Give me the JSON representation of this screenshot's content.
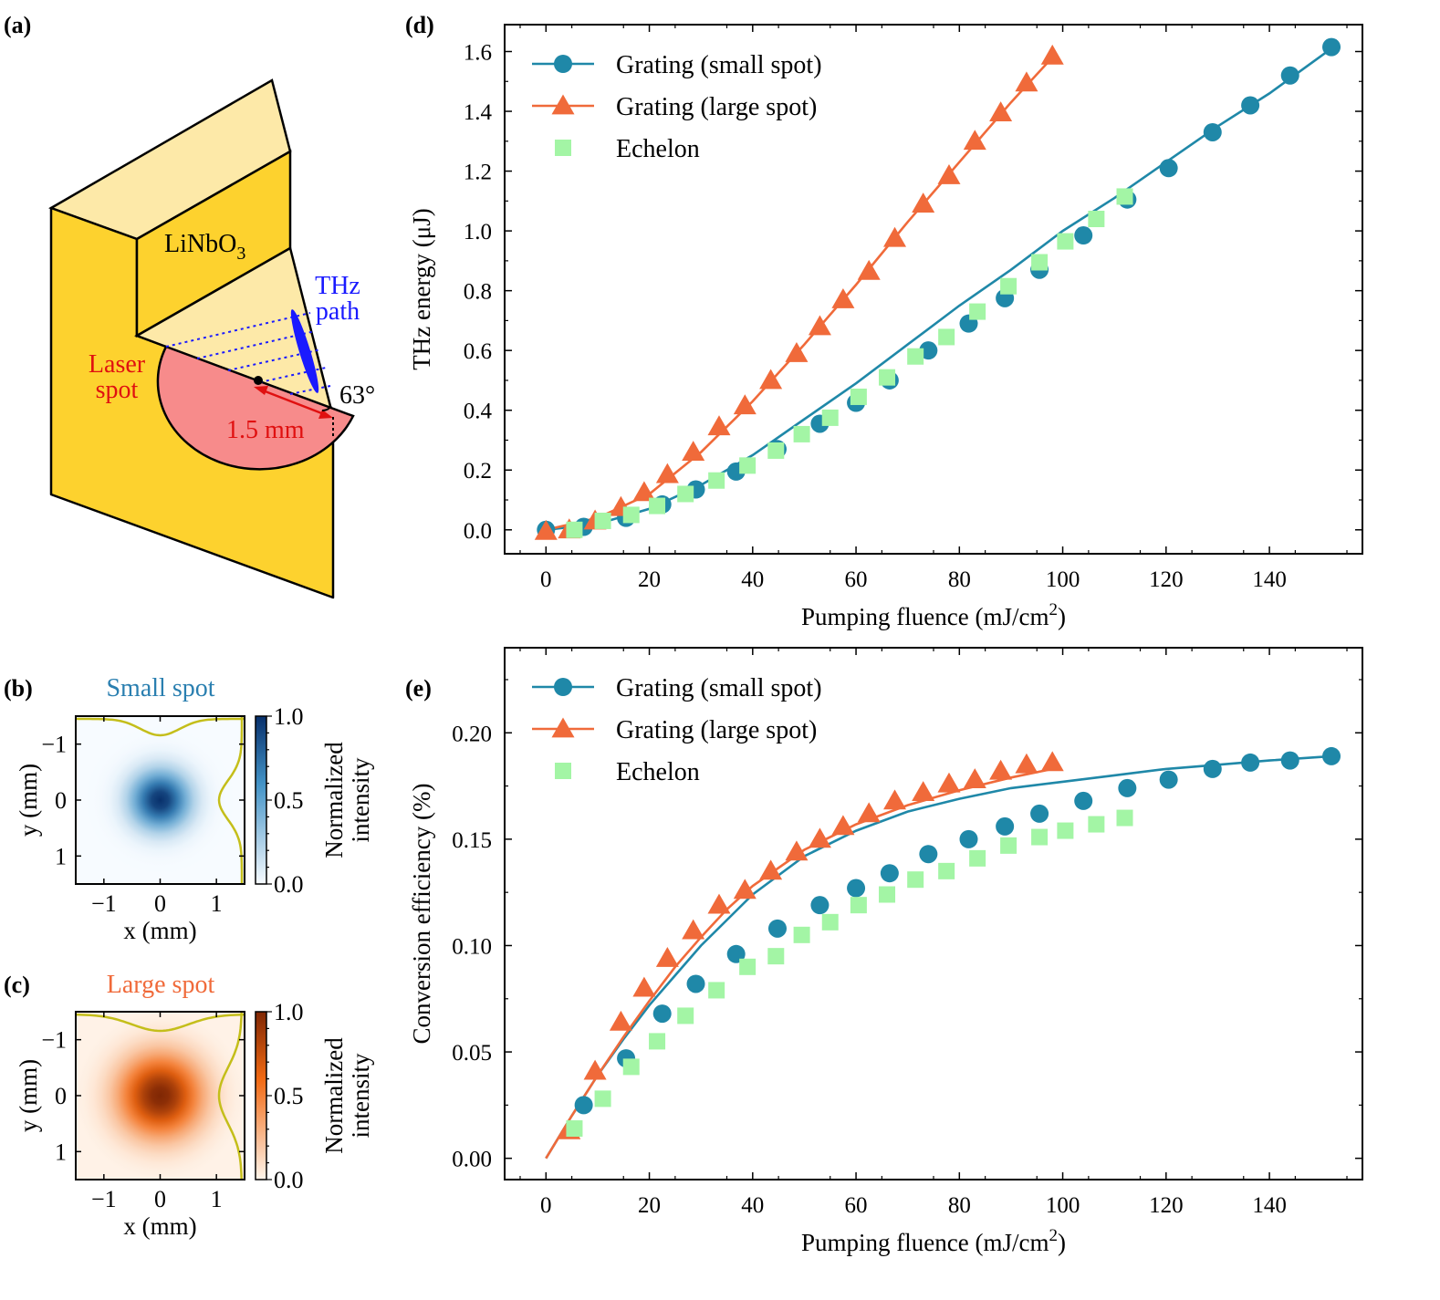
{
  "panel_labels": {
    "a": "(a)",
    "b": "(b)",
    "c": "(c)",
    "d": "(d)",
    "e": "(e)"
  },
  "diagram": {
    "crystal": "LiNbO",
    "crystal_sub": "3",
    "thz_line1": "THz",
    "thz_line2": "path",
    "laser_line1": "Laser",
    "laser_line2": "spot",
    "spot_size": "1.5 mm",
    "angle": "63°"
  },
  "colors": {
    "small": "#1f88a8",
    "large": "#f06a3a",
    "echelon": "#a3f5a5",
    "crystal_front": "#fdd22e",
    "crystal_top": "#fde9a8",
    "laser": "#f78b8b",
    "thz": "#1a1aff",
    "profile": "#c4be1a"
  },
  "maps": [
    {
      "title": "Small spot",
      "title_color": "#2a7fb0",
      "cmap": "blues",
      "sigma_mm": 0.35,
      "xlabel": "x (mm)",
      "ylabel": "y (mm)",
      "xticks": [
        "−1",
        "0",
        "1"
      ],
      "yticks": [
        "1",
        "0",
        "−1"
      ],
      "cbar_label_1": "Normalized",
      "cbar_label_2": "intensity",
      "cbar_ticks": [
        "1.0",
        "0.5",
        "0.0"
      ]
    },
    {
      "title": "Large spot",
      "title_color": "#f06a3a",
      "cmap": "oranges",
      "sigma_mm": 0.5,
      "xlabel": "x (mm)",
      "ylabel": "y (mm)",
      "xticks": [
        "−1",
        "0",
        "1"
      ],
      "yticks": [
        "1",
        "0",
        "−1"
      ],
      "cbar_label_1": "Normalized",
      "cbar_label_2": "intensity",
      "cbar_ticks": [
        "1.0",
        "0.5",
        "0.0"
      ]
    }
  ],
  "chart_data": [
    {
      "type": "scatter",
      "panel": "d",
      "xlabel": "Pumping fluence (mJ/cm",
      "xlabel_sup": "2",
      "xlabel_end": ")",
      "ylabel": "THz energy (μJ)",
      "xlim": [
        -8,
        158
      ],
      "ylim": [
        -0.08,
        1.69
      ],
      "xticks": [
        0,
        20,
        40,
        60,
        80,
        100,
        120,
        140
      ],
      "yticks": [
        0.0,
        0.2,
        0.4,
        0.6,
        0.8,
        1.0,
        1.2,
        1.4,
        1.6
      ],
      "legend_position": "upper-left",
      "series": [
        {
          "name": "Grating (small spot)",
          "marker": "circle",
          "line": true,
          "x": [
            0,
            7.3,
            15.5,
            22.5,
            29,
            36.8,
            44.8,
            53,
            60,
            66.5,
            74,
            81.8,
            88.8,
            95.5,
            104,
            112.5,
            120.5,
            129,
            136.3,
            144,
            152
          ],
          "y": [
            0.0,
            0.01,
            0.04,
            0.085,
            0.135,
            0.195,
            0.27,
            0.355,
            0.425,
            0.5,
            0.6,
            0.69,
            0.775,
            0.87,
            0.985,
            1.105,
            1.21,
            1.33,
            1.42,
            1.52,
            1.615
          ],
          "fit": {
            "x": [
              0,
              10,
              20,
              30,
              40,
              50,
              60,
              70,
              80,
              90,
              100,
              110,
              120,
              130,
              140,
              152
            ],
            "y": [
              0.0,
              0.02,
              0.07,
              0.15,
              0.25,
              0.37,
              0.49,
              0.62,
              0.75,
              0.87,
              1.0,
              1.11,
              1.23,
              1.35,
              1.46,
              1.61
            ]
          }
        },
        {
          "name": "Grating (large spot)",
          "marker": "triangle",
          "line": true,
          "x": [
            0,
            4.5,
            9.5,
            14.5,
            19,
            23.5,
            28.5,
            33.5,
            38.5,
            43.5,
            48.5,
            53,
            57.5,
            62.5,
            67.5,
            73,
            78,
            83,
            88,
            93,
            98
          ],
          "y": [
            -0.005,
            0.0,
            0.03,
            0.075,
            0.125,
            0.185,
            0.26,
            0.345,
            0.415,
            0.5,
            0.59,
            0.68,
            0.77,
            0.865,
            0.975,
            1.09,
            1.185,
            1.3,
            1.395,
            1.495,
            1.585
          ],
          "fit": {
            "x": [
              0,
              10,
              20,
              30,
              40,
              50,
              60,
              70,
              80,
              90,
              98
            ],
            "y": [
              0.0,
              0.04,
              0.12,
              0.26,
              0.43,
              0.62,
              0.82,
              1.03,
              1.23,
              1.43,
              1.58
            ]
          }
        },
        {
          "name": "Echelon",
          "marker": "square",
          "line": false,
          "x": [
            5.5,
            11,
            16.5,
            21.5,
            27,
            33,
            39,
            44.5,
            49.5,
            55,
            60.5,
            66,
            71.5,
            77.5,
            83.5,
            89.5,
            95.5,
            100.5,
            106.5,
            112
          ],
          "y": [
            0.0,
            0.03,
            0.05,
            0.08,
            0.12,
            0.165,
            0.215,
            0.265,
            0.32,
            0.375,
            0.445,
            0.51,
            0.58,
            0.645,
            0.73,
            0.815,
            0.895,
            0.965,
            1.04,
            1.115
          ]
        }
      ]
    },
    {
      "type": "scatter",
      "panel": "e",
      "xlabel": "Pumping fluence (mJ/cm",
      "xlabel_sup": "2",
      "xlabel_end": ")",
      "ylabel": "Conversion efficiency (%)",
      "xlim": [
        -8,
        158
      ],
      "ylim": [
        -0.01,
        0.24
      ],
      "xticks": [
        0,
        20,
        40,
        60,
        80,
        100,
        120,
        140
      ],
      "yticks": [
        "0.00",
        "0.05",
        "0.10",
        "0.15",
        "0.20"
      ],
      "legend_position": "upper-left",
      "series": [
        {
          "name": "Grating (small spot)",
          "marker": "circle",
          "line": true,
          "x": [
            7.3,
            15.5,
            22.5,
            29,
            36.8,
            44.8,
            53,
            60,
            66.5,
            74,
            81.8,
            88.8,
            95.5,
            104,
            112.5,
            120.5,
            129,
            136.3,
            144,
            152
          ],
          "y": [
            0.025,
            0.047,
            0.068,
            0.082,
            0.096,
            0.108,
            0.119,
            0.127,
            0.134,
            0.143,
            0.15,
            0.156,
            0.162,
            0.168,
            0.174,
            0.178,
            0.183,
            0.186,
            0.187,
            0.189
          ],
          "fit": {
            "x": [
              0,
              5,
              10,
              15,
              20,
              25,
              30,
              35,
              40,
              50,
              60,
              70,
              80,
              90,
              100,
              110,
              120,
              130,
              140,
              152
            ],
            "y": [
              0.0,
              0.02,
              0.039,
              0.056,
              0.072,
              0.086,
              0.1,
              0.112,
              0.124,
              0.142,
              0.154,
              0.163,
              0.169,
              0.174,
              0.177,
              0.18,
              0.183,
              0.185,
              0.187,
              0.189
            ]
          }
        },
        {
          "name": "Grating (large spot)",
          "marker": "triangle",
          "line": true,
          "x": [
            4.5,
            9.5,
            14.5,
            19,
            23.5,
            28.5,
            33.5,
            38.5,
            43.5,
            48.5,
            53,
            57.5,
            62.5,
            67.5,
            73,
            78,
            83,
            88,
            93,
            98
          ],
          "y": [
            0.013,
            0.041,
            0.064,
            0.08,
            0.094,
            0.107,
            0.119,
            0.126,
            0.135,
            0.144,
            0.15,
            0.156,
            0.162,
            0.168,
            0.172,
            0.176,
            0.178,
            0.182,
            0.185,
            0.186
          ],
          "fit": {
            "x": [
              0,
              5,
              10,
              15,
              20,
              25,
              30,
              35,
              40,
              50,
              60,
              70,
              80,
              90,
              98
            ],
            "y": [
              0.0,
              0.02,
              0.039,
              0.057,
              0.074,
              0.09,
              0.104,
              0.117,
              0.128,
              0.145,
              0.157,
              0.166,
              0.173,
              0.179,
              0.183
            ]
          }
        },
        {
          "name": "Echelon",
          "marker": "square",
          "line": false,
          "x": [
            5.5,
            11,
            16.5,
            21.5,
            27,
            33,
            39,
            44.5,
            49.5,
            55,
            60.5,
            66,
            71.5,
            77.5,
            83.5,
            89.5,
            95.5,
            100.5,
            106.5,
            112
          ],
          "y": [
            0.014,
            0.028,
            0.043,
            0.055,
            0.067,
            0.079,
            0.09,
            0.095,
            0.105,
            0.111,
            0.119,
            0.124,
            0.131,
            0.135,
            0.141,
            0.147,
            0.151,
            0.154,
            0.157,
            0.16
          ]
        }
      ]
    }
  ]
}
